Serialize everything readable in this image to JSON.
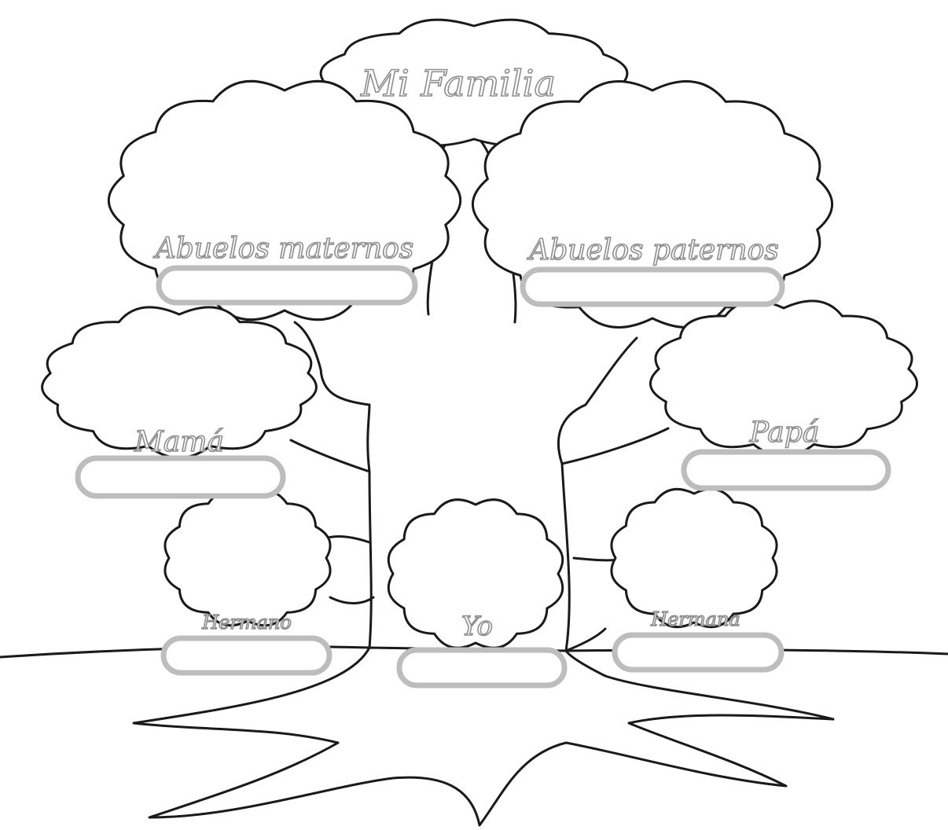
{
  "title": "Mi Familia",
  "members": {
    "abuelos_maternos": {
      "label": "Abuelos maternos",
      "value": ""
    },
    "abuelos_paternos": {
      "label": "Abuelos paternos",
      "value": ""
    },
    "mama": {
      "label": "Mamá",
      "value": ""
    },
    "papa": {
      "label": "Papá",
      "value": ""
    },
    "hermano": {
      "label": "Hermano",
      "value": ""
    },
    "yo": {
      "label": "Yo",
      "value": ""
    },
    "hermana": {
      "label": "Hermana",
      "value": ""
    }
  }
}
